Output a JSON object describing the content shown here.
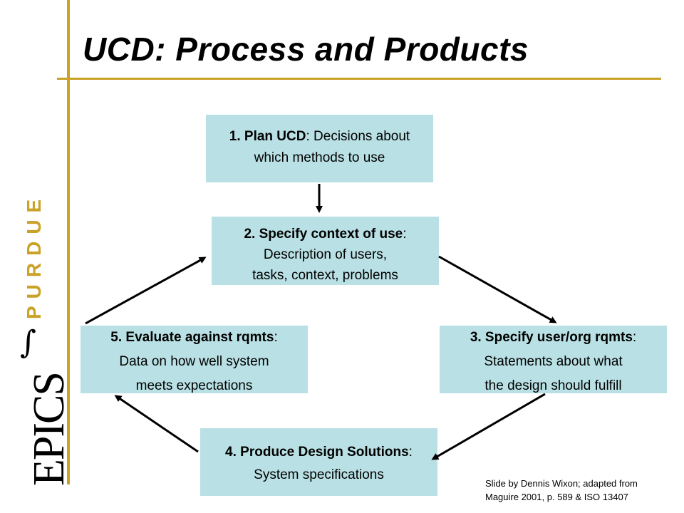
{
  "slide": {
    "title": "UCD: Process and Products",
    "credit_line1": "Slide by Dennis Wixon; adapted from",
    "credit_line2": "Maguire 2001, p. 589 & ISO 13407"
  },
  "logo": {
    "purdue": "PURDUE",
    "epics": "EPICS",
    "integral": "∫"
  },
  "boxes": [
    {
      "heading": "1. Plan UCD",
      "lines": ": Decisions about",
      "line2": "which methods to use"
    },
    {
      "heading": "2. Specify context of use",
      "lines": ":",
      "line2": "Description of users,",
      "line3": "tasks, context, problems"
    },
    {
      "heading": "3. Specify user/org rqmts",
      "lines": ":",
      "line2": "Statements about what",
      "line3": "the design should fulfill"
    },
    {
      "heading": "4. Produce Design Solutions",
      "lines": ":",
      "line2": "System specifications"
    },
    {
      "heading": "5. Evaluate against rqmts",
      "lines": ":",
      "line2": "Data on how well system",
      "line3": "meets expectations"
    }
  ],
  "colors": {
    "box_fill": "#b9e0e4",
    "accent_gold": "#c9a227",
    "arrow": "#000000"
  }
}
